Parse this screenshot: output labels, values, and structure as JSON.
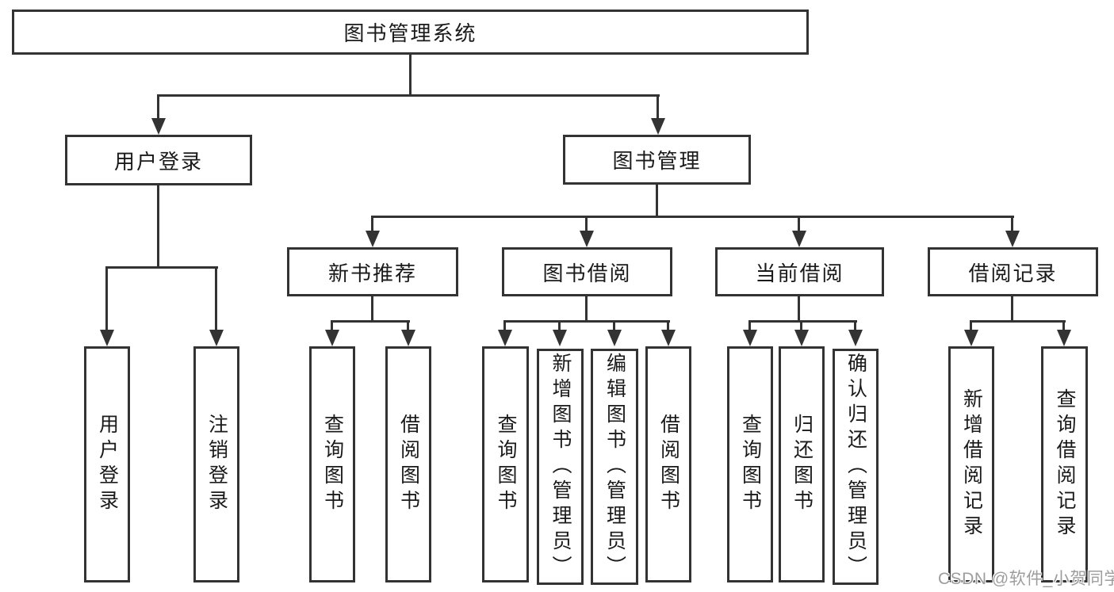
{
  "diagram": {
    "watermark": "CSDN @软件_小贺同学",
    "colors": {
      "line": "#333333",
      "text": "#1a1a1a",
      "background": "#ffffff",
      "watermark": "#9d9d9d"
    },
    "tree": {
      "root": {
        "label": "图书管理系统",
        "children": [
          {
            "label": "用户登录",
            "children": [
              {
                "label": "用户登录"
              },
              {
                "label": "注销登录"
              }
            ]
          },
          {
            "label": "图书管理",
            "children": [
              {
                "label": "新书推荐",
                "children": [
                  {
                    "label": "查询图书"
                  },
                  {
                    "label": "借阅图书"
                  }
                ]
              },
              {
                "label": "图书借阅",
                "children": [
                  {
                    "label": "查询图书"
                  },
                  {
                    "label": "新增图书（管理员）"
                  },
                  {
                    "label": "编辑图书（管理员）"
                  },
                  {
                    "label": "借阅图书"
                  }
                ]
              },
              {
                "label": "当前借阅",
                "children": [
                  {
                    "label": "查询图书"
                  },
                  {
                    "label": "归还图书"
                  },
                  {
                    "label": "确认归还（管理员）"
                  }
                ]
              },
              {
                "label": "借阅记录",
                "children": [
                  {
                    "label": "新增借阅记录"
                  },
                  {
                    "label": "查询借阅记录"
                  }
                ]
              }
            ]
          }
        ]
      }
    }
  }
}
